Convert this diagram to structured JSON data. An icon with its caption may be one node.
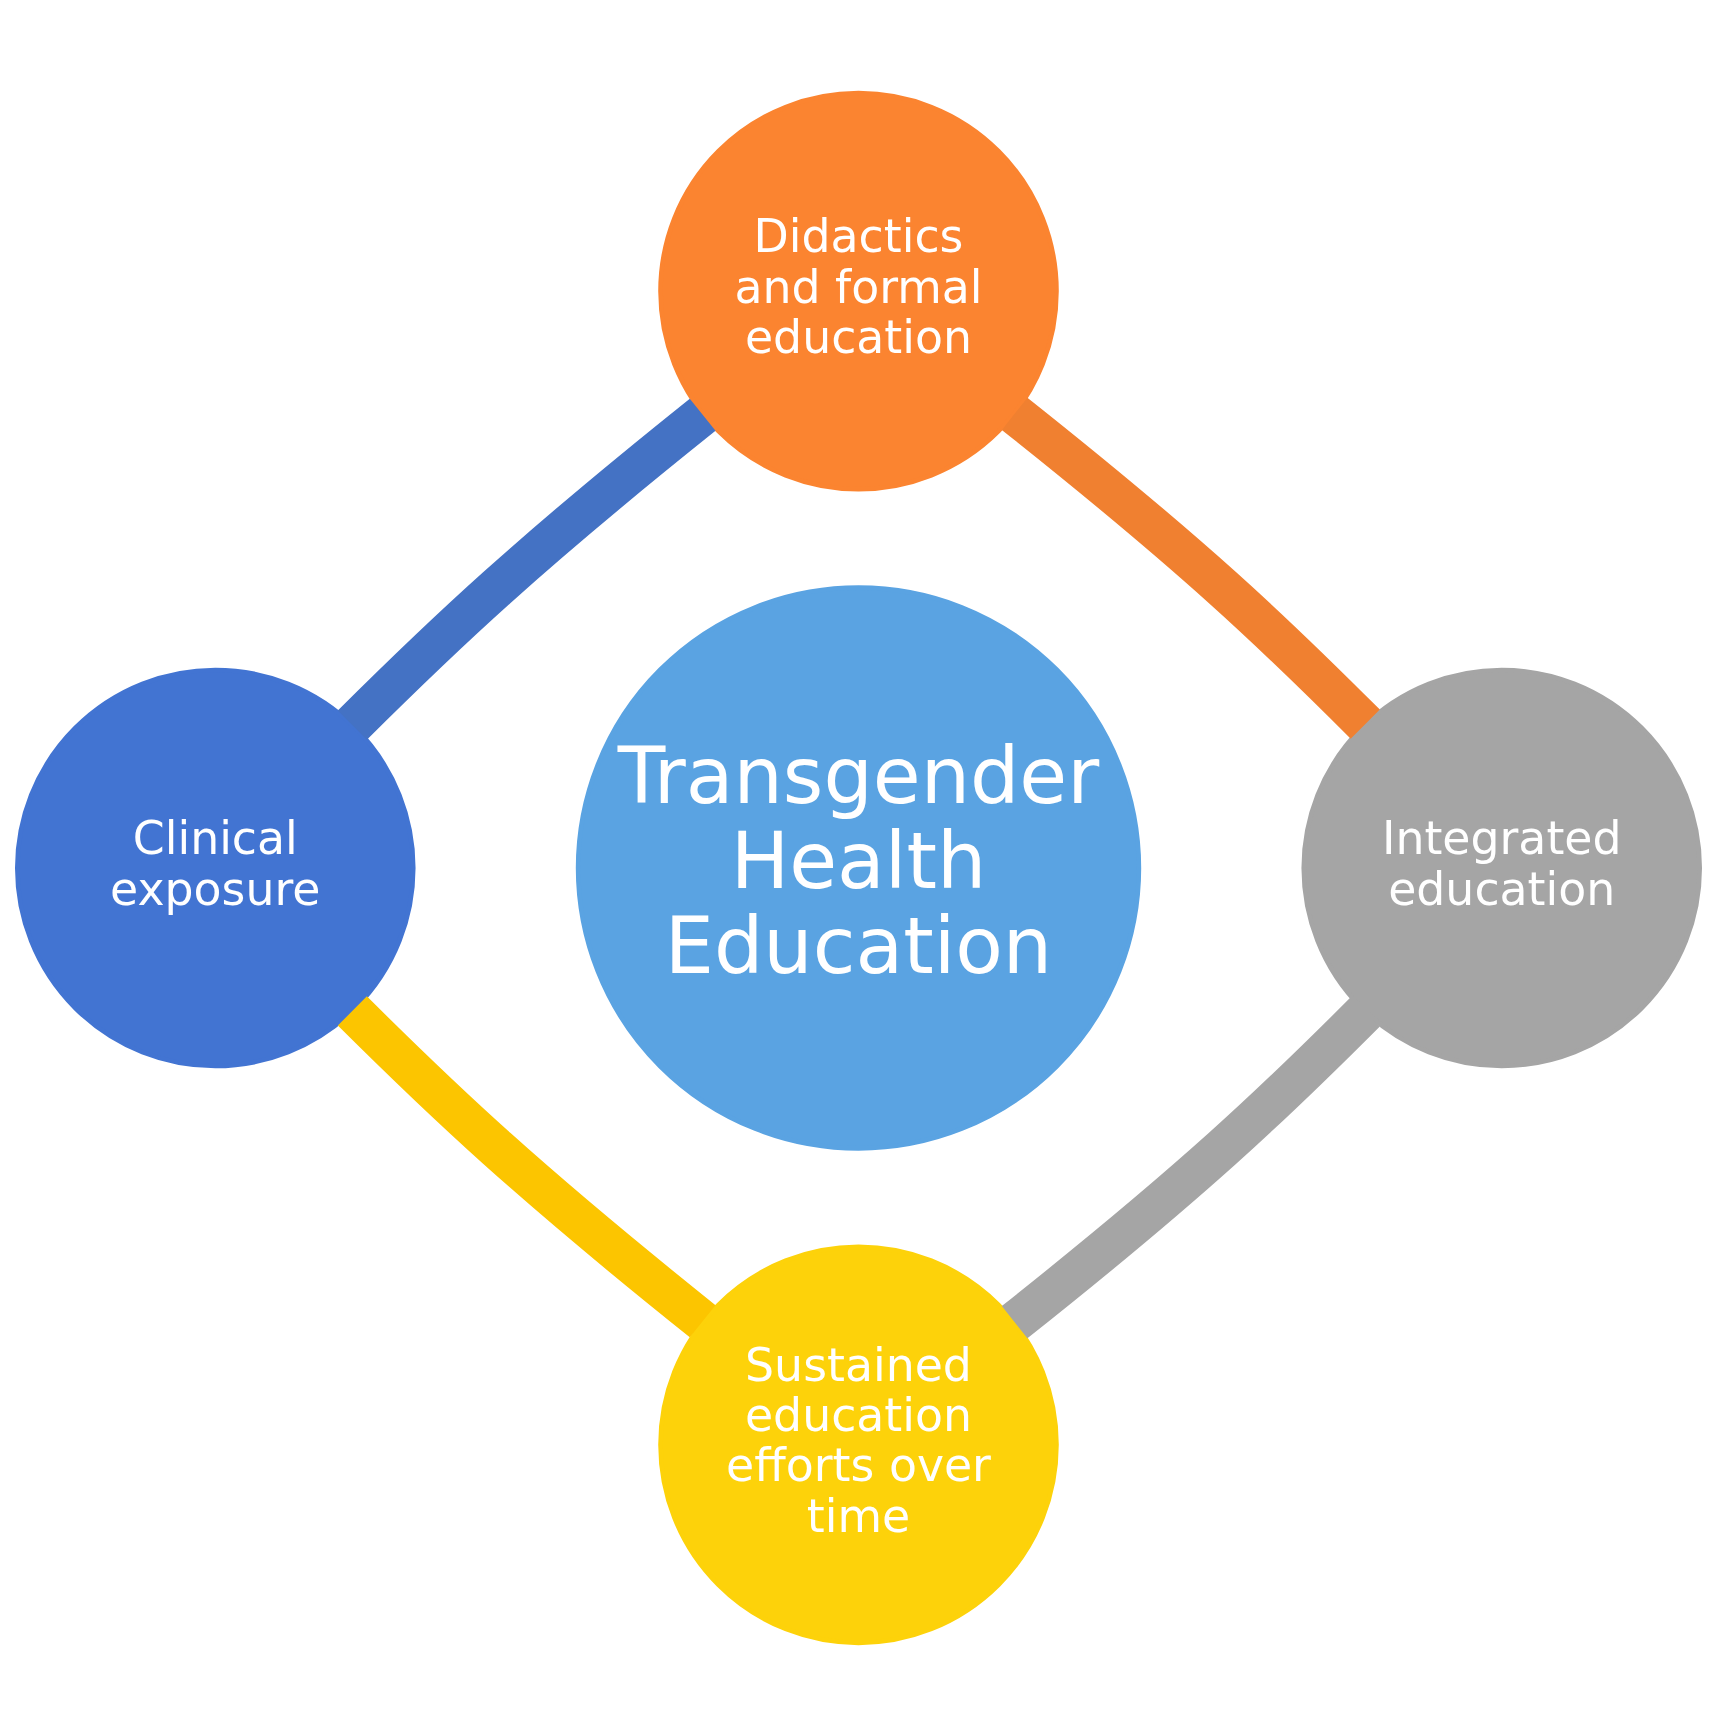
{
  "diagram": {
    "nodes": [
      {
        "text": [
          "Transgender Health Education"
        ]
      },
      {
        "text": [
          "Didactics and formal education"
        ]
      },
      {
        "text": [
          "Integrated education"
        ]
      },
      {
        "text": [
          "Sustained education efforts over time"
        ]
      },
      {
        "text": [
          "Clinical exposure"
        ]
      }
    ],
    "edges": [
      {
        "from": 1,
        "to": 2,
        "arrow": "none",
        "color": "#f08030"
      },
      {
        "from": 2,
        "to": 3,
        "arrow": "none",
        "color": "#a5a5a5"
      },
      {
        "from": 4,
        "to": 3,
        "arrow": "none",
        "color": "#fcc500"
      },
      {
        "from": 1,
        "to": 4,
        "arrow": "none",
        "color": "#4472c4"
      }
    ]
  }
}
